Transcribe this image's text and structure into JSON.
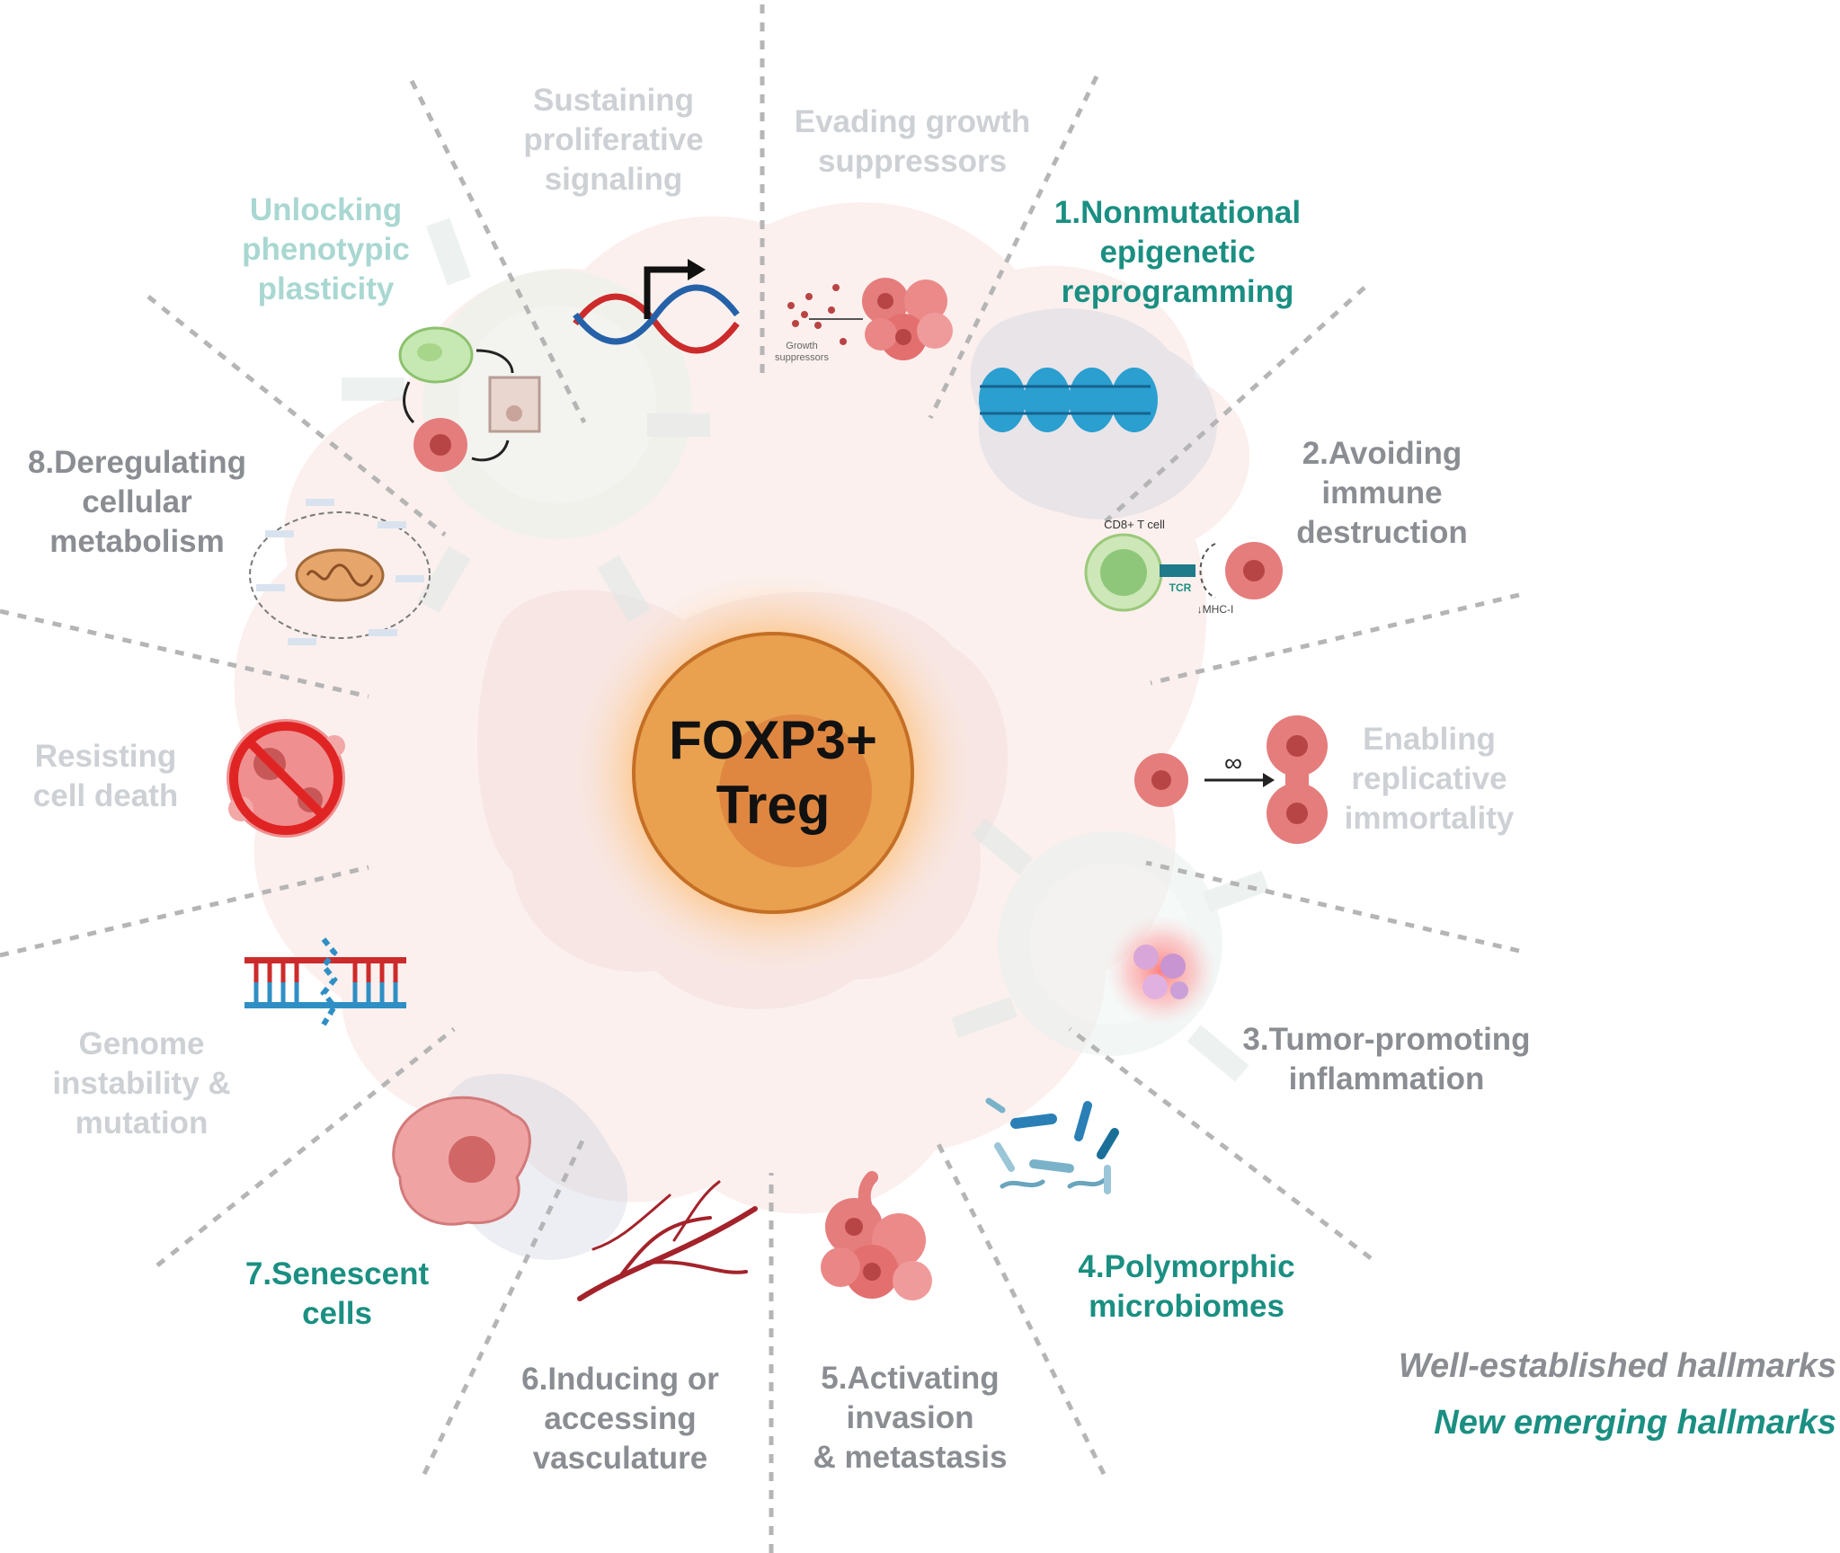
{
  "colors": {
    "established": "#8a8d92",
    "established_faded": "#cdd0d4",
    "emerging": "#1a8f82",
    "emerging_faded": "#a9d7d1",
    "treg_fill": "#e9a04f",
    "treg_nucleus": "#df8741",
    "divider": "#b5b5b5",
    "cell_bg": "#fbeeec"
  },
  "center": {
    "line1": "FOXP3+",
    "line2": "Treg"
  },
  "hallmarks": [
    {
      "id": "sustaining",
      "lines": [
        "Sustaining",
        "proliferative",
        "signaling"
      ]
    },
    {
      "id": "evading",
      "lines": [
        "Evading growth",
        "suppressors"
      ]
    },
    {
      "id": "nonmutational",
      "lines": [
        "1.Nonmutational",
        "epigenetic",
        "reprogramming"
      ]
    },
    {
      "id": "avoiding",
      "lines": [
        "2.Avoiding",
        "immune",
        "destruction"
      ]
    },
    {
      "id": "replicative",
      "lines": [
        "Enabling",
        "replicative",
        "immortality"
      ]
    },
    {
      "id": "inflammation",
      "lines": [
        "3.Tumor-promoting",
        "inflammation"
      ]
    },
    {
      "id": "microbiomes",
      "lines": [
        "4.Polymorphic",
        "microbiomes"
      ]
    },
    {
      "id": "invasion",
      "lines": [
        "5.Activating",
        "invasion",
        "& metastasis"
      ]
    },
    {
      "id": "vasculature",
      "lines": [
        "6.Inducing or",
        "accessing",
        "vasculature"
      ]
    },
    {
      "id": "senescent",
      "lines": [
        "7.Senescent",
        "cells"
      ]
    },
    {
      "id": "genome",
      "lines": [
        "Genome",
        "instability &",
        "mutation"
      ]
    },
    {
      "id": "cell-death",
      "lines": [
        "Resisting",
        "cell death"
      ]
    },
    {
      "id": "metabolism",
      "lines": [
        "8.Deregulating",
        "cellular",
        "metabolism"
      ]
    },
    {
      "id": "plasticity",
      "lines": [
        "Unlocking",
        "phenotypic",
        "plasticity"
      ]
    }
  ],
  "illustration_labels": {
    "growth_suppressors": [
      "Growth",
      "suppressors"
    ],
    "cd8_t_cell": "CD8+ T cell",
    "tcr": "TCR",
    "mhc": "↓MHC-I",
    "infinity": "∞"
  },
  "legend": {
    "established": "Well-established hallmarks",
    "emerging": "New emerging hallmarks"
  }
}
